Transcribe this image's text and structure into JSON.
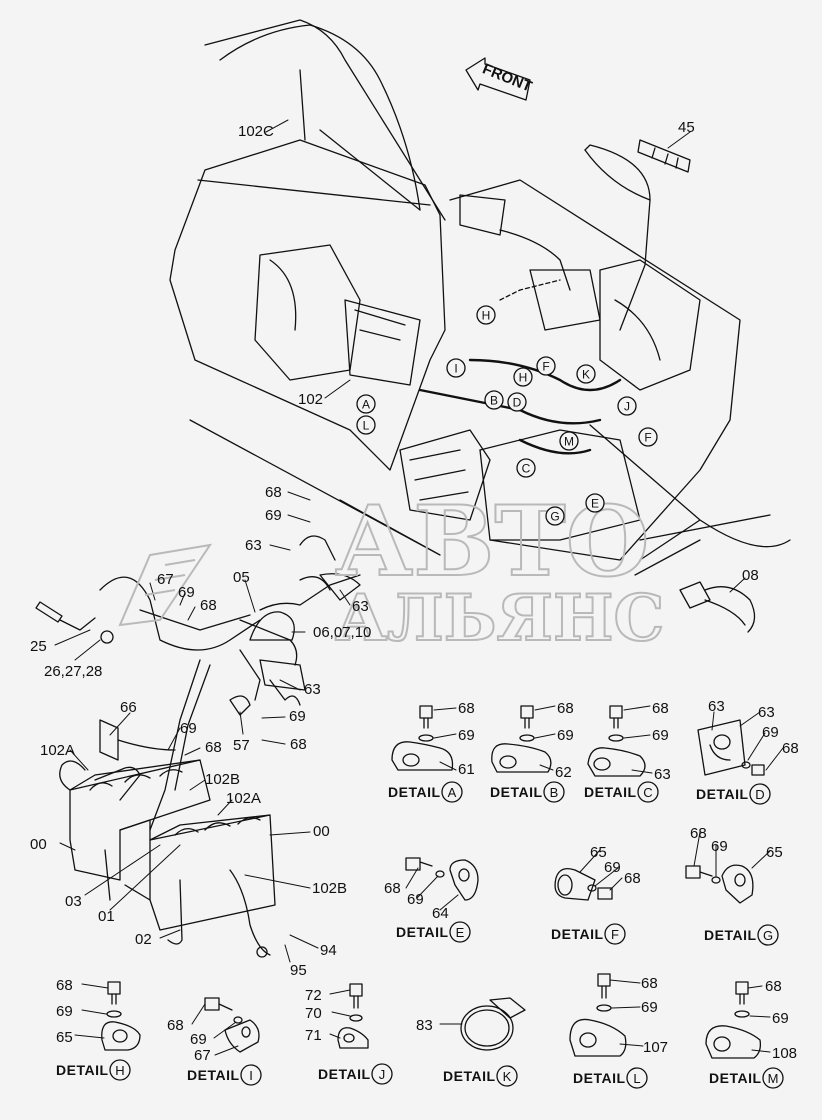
{
  "front_label": "FRONT",
  "watermark": {
    "line1": "АВТО",
    "line2": "АЛЬЯНС"
  },
  "callouts": {
    "p45": "45",
    "p102C": "102C",
    "p102": "102",
    "p08": "08",
    "p68a": "68",
    "p69a": "69",
    "p63a": "63",
    "p67": "67",
    "p69b": "69",
    "p68b": "68",
    "p05": "05",
    "p63b": "63",
    "p060710": "06,07,10",
    "p25": "25",
    "p262728": "26,27,28",
    "p63c": "63",
    "p69c": "69",
    "p68c": "68",
    "p57": "57",
    "p66": "66",
    "p69d": "69",
    "p68d": "68",
    "p102A1": "102A",
    "p102B1": "102B",
    "p102A2": "102A",
    "p00a": "00",
    "p00b": "00",
    "p03": "03",
    "p01": "01",
    "p102B2": "102B",
    "p02": "02",
    "p94": "94",
    "p95": "95"
  },
  "harness_letters": [
    "H",
    "I",
    "H",
    "A",
    "L",
    "B",
    "D",
    "F",
    "K",
    "J",
    "F",
    "M",
    "C",
    "E",
    "G"
  ],
  "details": [
    {
      "id": "A",
      "label": "DETAIL",
      "letter": "A",
      "parts": [
        "68",
        "69",
        "61"
      ]
    },
    {
      "id": "B",
      "label": "DETAIL",
      "letter": "B",
      "parts": [
        "68",
        "69",
        "62"
      ]
    },
    {
      "id": "C",
      "label": "DETAIL",
      "letter": "C",
      "parts": [
        "68",
        "69",
        "63"
      ]
    },
    {
      "id": "D",
      "label": "DETAIL",
      "letter": "D",
      "parts": [
        "63",
        "63",
        "69",
        "68"
      ]
    },
    {
      "id": "E",
      "label": "DETAIL",
      "letter": "E",
      "parts": [
        "68",
        "69",
        "64"
      ]
    },
    {
      "id": "F",
      "label": "DETAIL",
      "letter": "F",
      "parts": [
        "65",
        "69",
        "68"
      ]
    },
    {
      "id": "G",
      "label": "DETAIL",
      "letter": "G",
      "parts": [
        "68",
        "69",
        "65"
      ]
    },
    {
      "id": "H",
      "label": "DETAIL",
      "letter": "H",
      "parts": [
        "68",
        "69",
        "65"
      ]
    },
    {
      "id": "I",
      "label": "DETAIL",
      "letter": "I",
      "parts": [
        "68",
        "69",
        "67"
      ]
    },
    {
      "id": "J",
      "label": "DETAIL",
      "letter": "J",
      "parts": [
        "72",
        "70",
        "71"
      ]
    },
    {
      "id": "K",
      "label": "DETAIL",
      "letter": "K",
      "parts": [
        "83"
      ]
    },
    {
      "id": "L",
      "label": "DETAIL",
      "letter": "L",
      "parts": [
        "68",
        "69",
        "107"
      ]
    },
    {
      "id": "M",
      "label": "DETAIL",
      "letter": "M",
      "parts": [
        "68",
        "69",
        "108"
      ]
    }
  ]
}
